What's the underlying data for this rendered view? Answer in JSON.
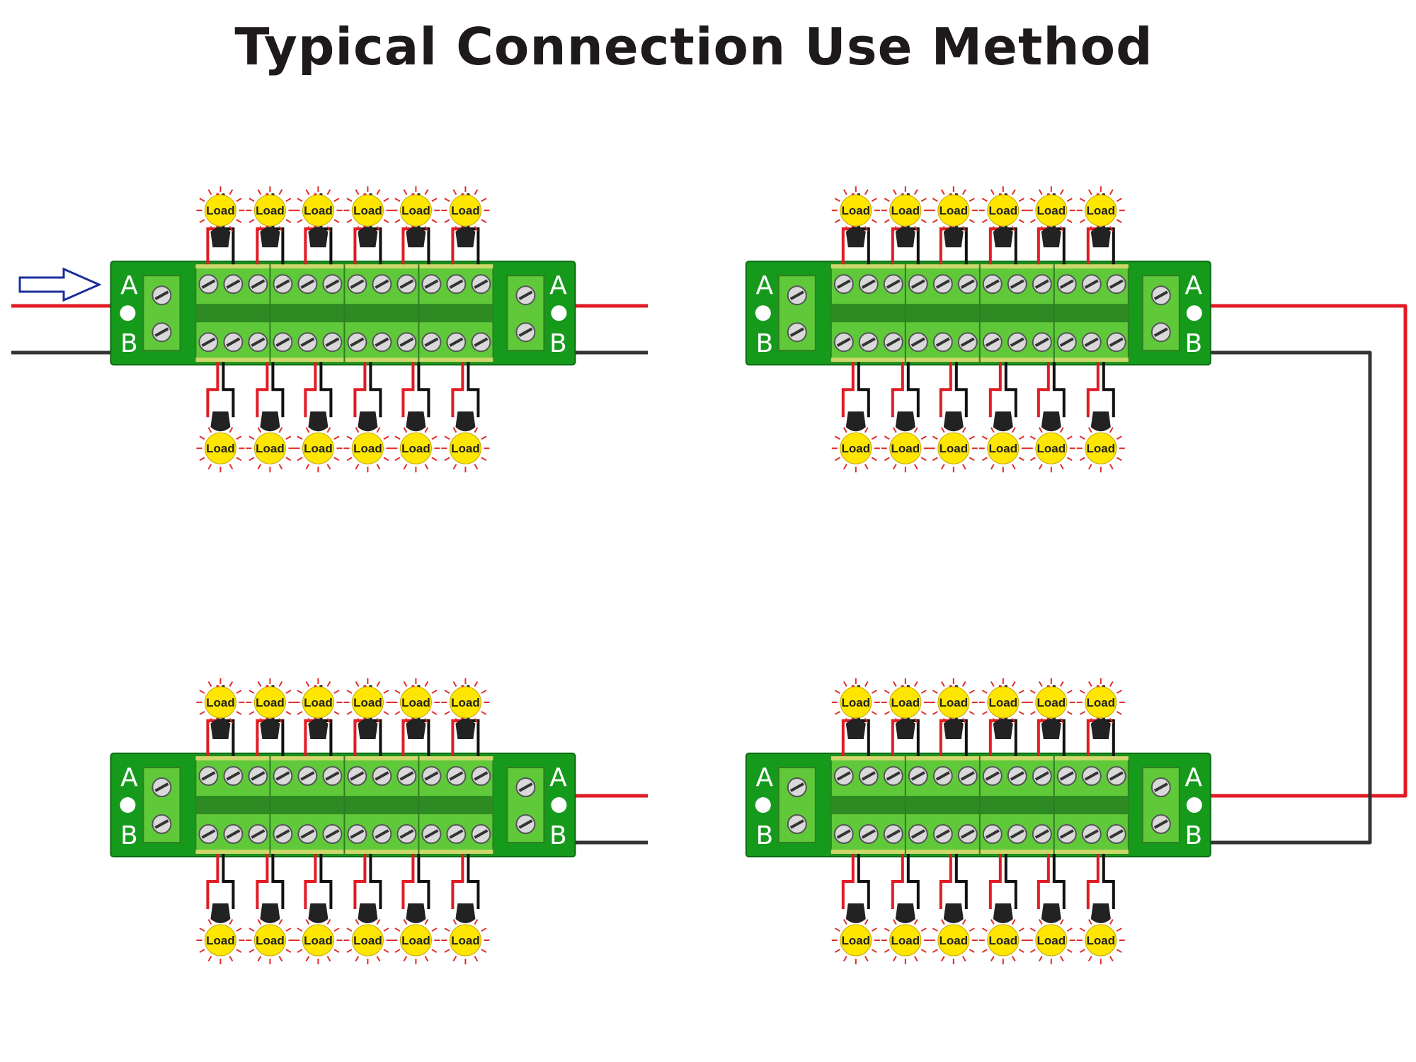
{
  "title": "Typical Connection Use Method",
  "load_label": "Load",
  "terminal_a_label": "A",
  "terminal_b_label": "B",
  "boards": [
    {
      "id": "board-top-left"
    },
    {
      "id": "board-top-right"
    },
    {
      "id": "board-bottom-left"
    },
    {
      "id": "board-bottom-right"
    }
  ],
  "loads_per_side": 6,
  "screws_per_row": 12,
  "colors": {
    "pcb": "#169a1c",
    "terminal_block": "#5fc93a",
    "terminal_rail": "#cbd86a",
    "wire_positive": "#e01b24",
    "wire_negative": "#333333",
    "bulb": "#ffe600",
    "ray": "#e22a2a",
    "input_arrow": "#1b2f9a"
  }
}
